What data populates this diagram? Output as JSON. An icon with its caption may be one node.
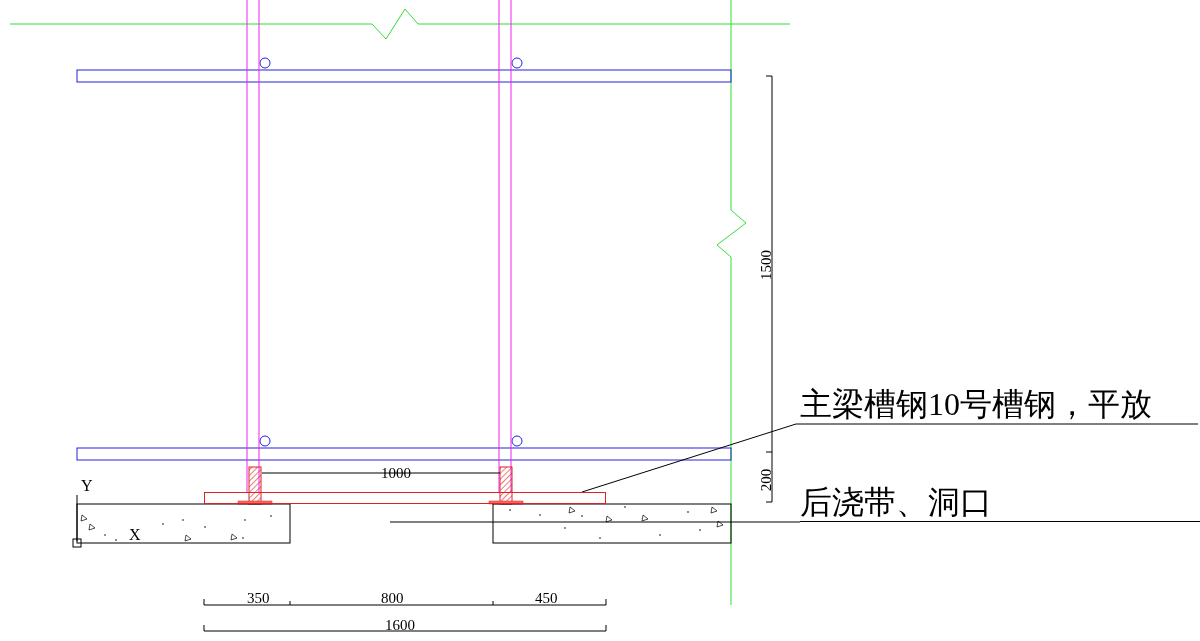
{
  "diagram": {
    "nodes": [
      {
        "text": [
          "主梁槽钢10号槽钢，平放"
        ]
      },
      {
        "text": [],
        "shape": "bar"
      },
      {
        "text": [
          "后浇带、洞口"
        ]
      }
    ],
    "edges": [
      {
        "from": 0,
        "to": 1,
        "arrow": "none"
      },
      {
        "from": 2,
        "to": null,
        "arrow": "none"
      }
    ],
    "labels": [
      "1500",
      "1000",
      "200",
      "Y",
      "X",
      "350",
      "800",
      "450",
      "1600"
    ]
  }
}
